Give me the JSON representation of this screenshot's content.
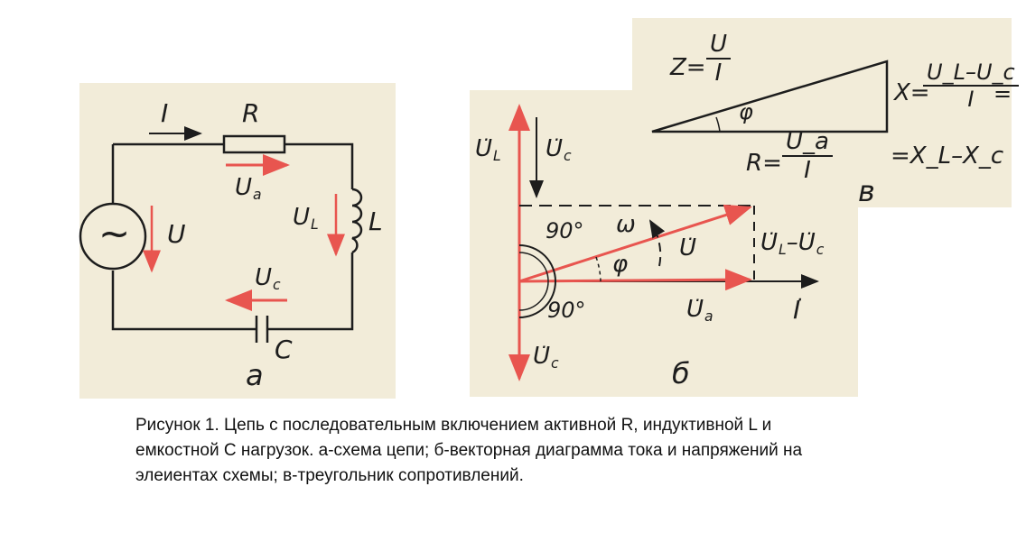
{
  "panel_a": {
    "label_I": "I",
    "label_R": "R",
    "label_U": "U",
    "label_Ua_base": "U",
    "label_Ua_sub": "a",
    "label_UL_base": "U",
    "label_UL_sub": "L",
    "label_L": "L",
    "label_Uc_base": "U",
    "label_Uc_sub": "c",
    "label_C": "C",
    "source_symbol": "~",
    "panel_letter": "а"
  },
  "panel_b": {
    "UL_base": "U",
    "UL_sub": "L",
    "Uc_top_base": "U",
    "Uc_top_sub": "c",
    "angle_top": "90°",
    "angle_bottom": "90°",
    "omega": "ω",
    "phi": "φ",
    "U_vec": "U",
    "diff_base1": "U",
    "diff_sub1": "L",
    "diff_minus": "–",
    "diff_base2": "U",
    "diff_sub2": "c",
    "Ua_base": "U",
    "Ua_sub": "a",
    "I_vec": "I",
    "Uc_bottom_base": "U",
    "Uc_bottom_sub": "c",
    "panel_letter": "б"
  },
  "panel_c": {
    "Z_lhs": "Z=",
    "Z_num": "U",
    "Z_den": "I",
    "phi": "φ",
    "X_lhs": "X=",
    "X_num": "U_L–U_c",
    "X_den": "I",
    "X_eq_tail": "=",
    "X_second": "=X_L–X_c",
    "R_lhs": "R=",
    "R_num": "U_a",
    "R_den": "I",
    "panel_letter": "в"
  },
  "colors": {
    "ink": "#1d1d1d",
    "red": "#e8554f",
    "paper": "#f2ecd9"
  },
  "caption": "Рисунок 1. Цепь с последовательным включением активной R, индуктивной L  и емкостной С нагрузок. а-схема цепи; б-векторная диаграмма тока и напряжений  на элеиентах схемы; в-треугольник сопротивлений."
}
